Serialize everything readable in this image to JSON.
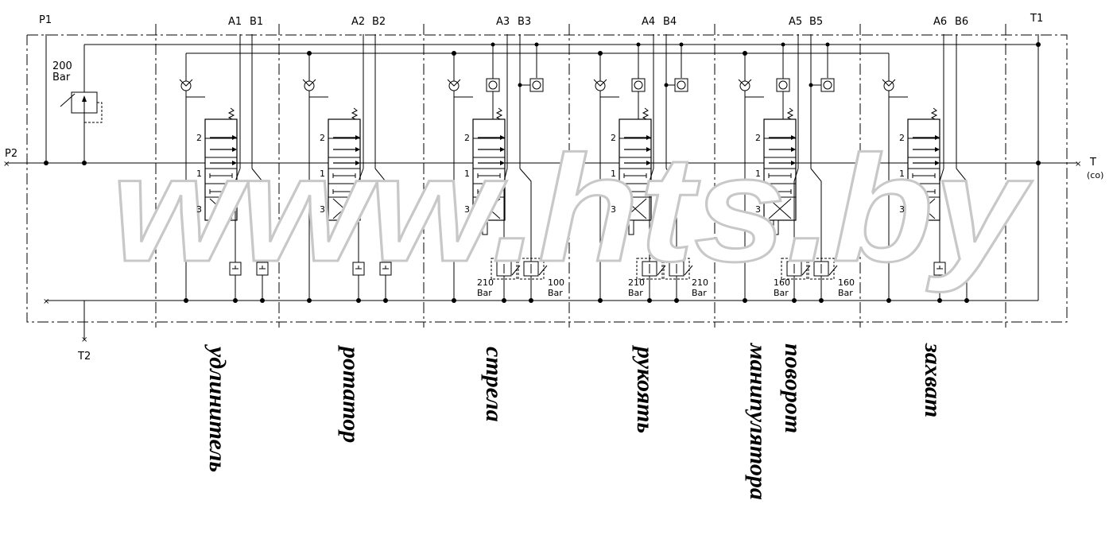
{
  "ports": {
    "p1": "P1",
    "p2": "P2",
    "t1": "T1",
    "t2": "T2",
    "t": "T",
    "t_note": "(co)",
    "sections": [
      {
        "a": "A1",
        "b": "B1"
      },
      {
        "a": "A2",
        "b": "B2"
      },
      {
        "a": "A3",
        "b": "B3"
      },
      {
        "a": "A4",
        "b": "B4"
      },
      {
        "a": "A5",
        "b": "B5"
      },
      {
        "a": "A6",
        "b": "B6"
      }
    ]
  },
  "relief_main": {
    "value": "200",
    "unit": "Bar"
  },
  "port_reliefs": [
    {
      "value": "210",
      "unit": "Bar"
    },
    {
      "value": "100",
      "unit": "Bar"
    },
    {
      "value": "210",
      "unit": "Bar"
    },
    {
      "value": "210",
      "unit": "Bar"
    },
    {
      "value": "160",
      "unit": "Bar"
    },
    {
      "value": "160",
      "unit": "Bar"
    }
  ],
  "spool_positions": [
    "2",
    "1",
    "3"
  ],
  "section_names": [
    "удлинитель",
    "ротатор",
    "стрела",
    "рукоять",
    "манипулятора",
    "поворот",
    "захват"
  ],
  "watermark": "www.hts.by"
}
